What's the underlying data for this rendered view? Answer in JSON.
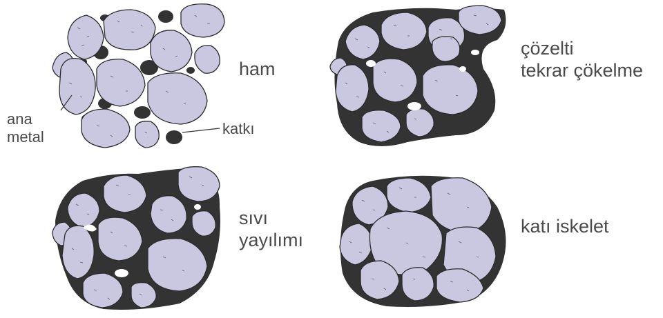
{
  "stages": [
    {
      "label_lines": [
        "ham"
      ],
      "colors": {
        "grain": "#c9c8e0",
        "additive": "#333333"
      }
    },
    {
      "label_lines": [
        "çözelti",
        "tekrar çökelme"
      ]
    },
    {
      "label_lines": [
        "sıvı",
        "yayılımı"
      ]
    },
    {
      "label_lines": [
        "katı iskelet"
      ]
    }
  ],
  "callouts": {
    "base_metal": [
      "ana",
      "metal"
    ],
    "additive": "katkı"
  }
}
